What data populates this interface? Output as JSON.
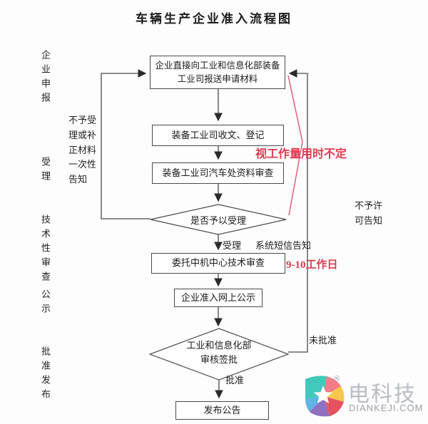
{
  "title": "车辆生产企业准入流程图",
  "colors": {
    "line": "#4a4a4a",
    "red_line": "#e0607e",
    "red_text": "#e03a50",
    "logo_gray": "#b9bdc4"
  },
  "stage_labels": [
    {
      "label": "企业申报"
    },
    {
      "label": "受理"
    },
    {
      "label": "技术性审查"
    },
    {
      "label": "公示"
    },
    {
      "label": "批准发布"
    }
  ],
  "nodes": {
    "box1": "企业直接向工业和信息化部装备工业司报送申请材料",
    "box2": "装备工业司收文、登记",
    "box3": "装备工业司汽车处资料审查",
    "decision1": "是否予以受理",
    "box4": "委托中机中心技术审查",
    "box5": "企业准入网上公示",
    "decision2_line1": "工业和信息化部",
    "decision2_line2": "审核签批",
    "box6": "发布公告"
  },
  "edge_labels": {
    "reject_notice": "不予受理或补正材料一次性告知",
    "accept": "受理",
    "sms": "系统短信告知",
    "deny": "不予许可告知",
    "not_approved": "未批准",
    "approved": "批准"
  },
  "annotations": {
    "workload": "视工作量用时不定",
    "workdays": "9-10工作日"
  },
  "logo": {
    "brand": "电科技",
    "domain": "DIANKEJI.COM",
    "registered": "®"
  }
}
